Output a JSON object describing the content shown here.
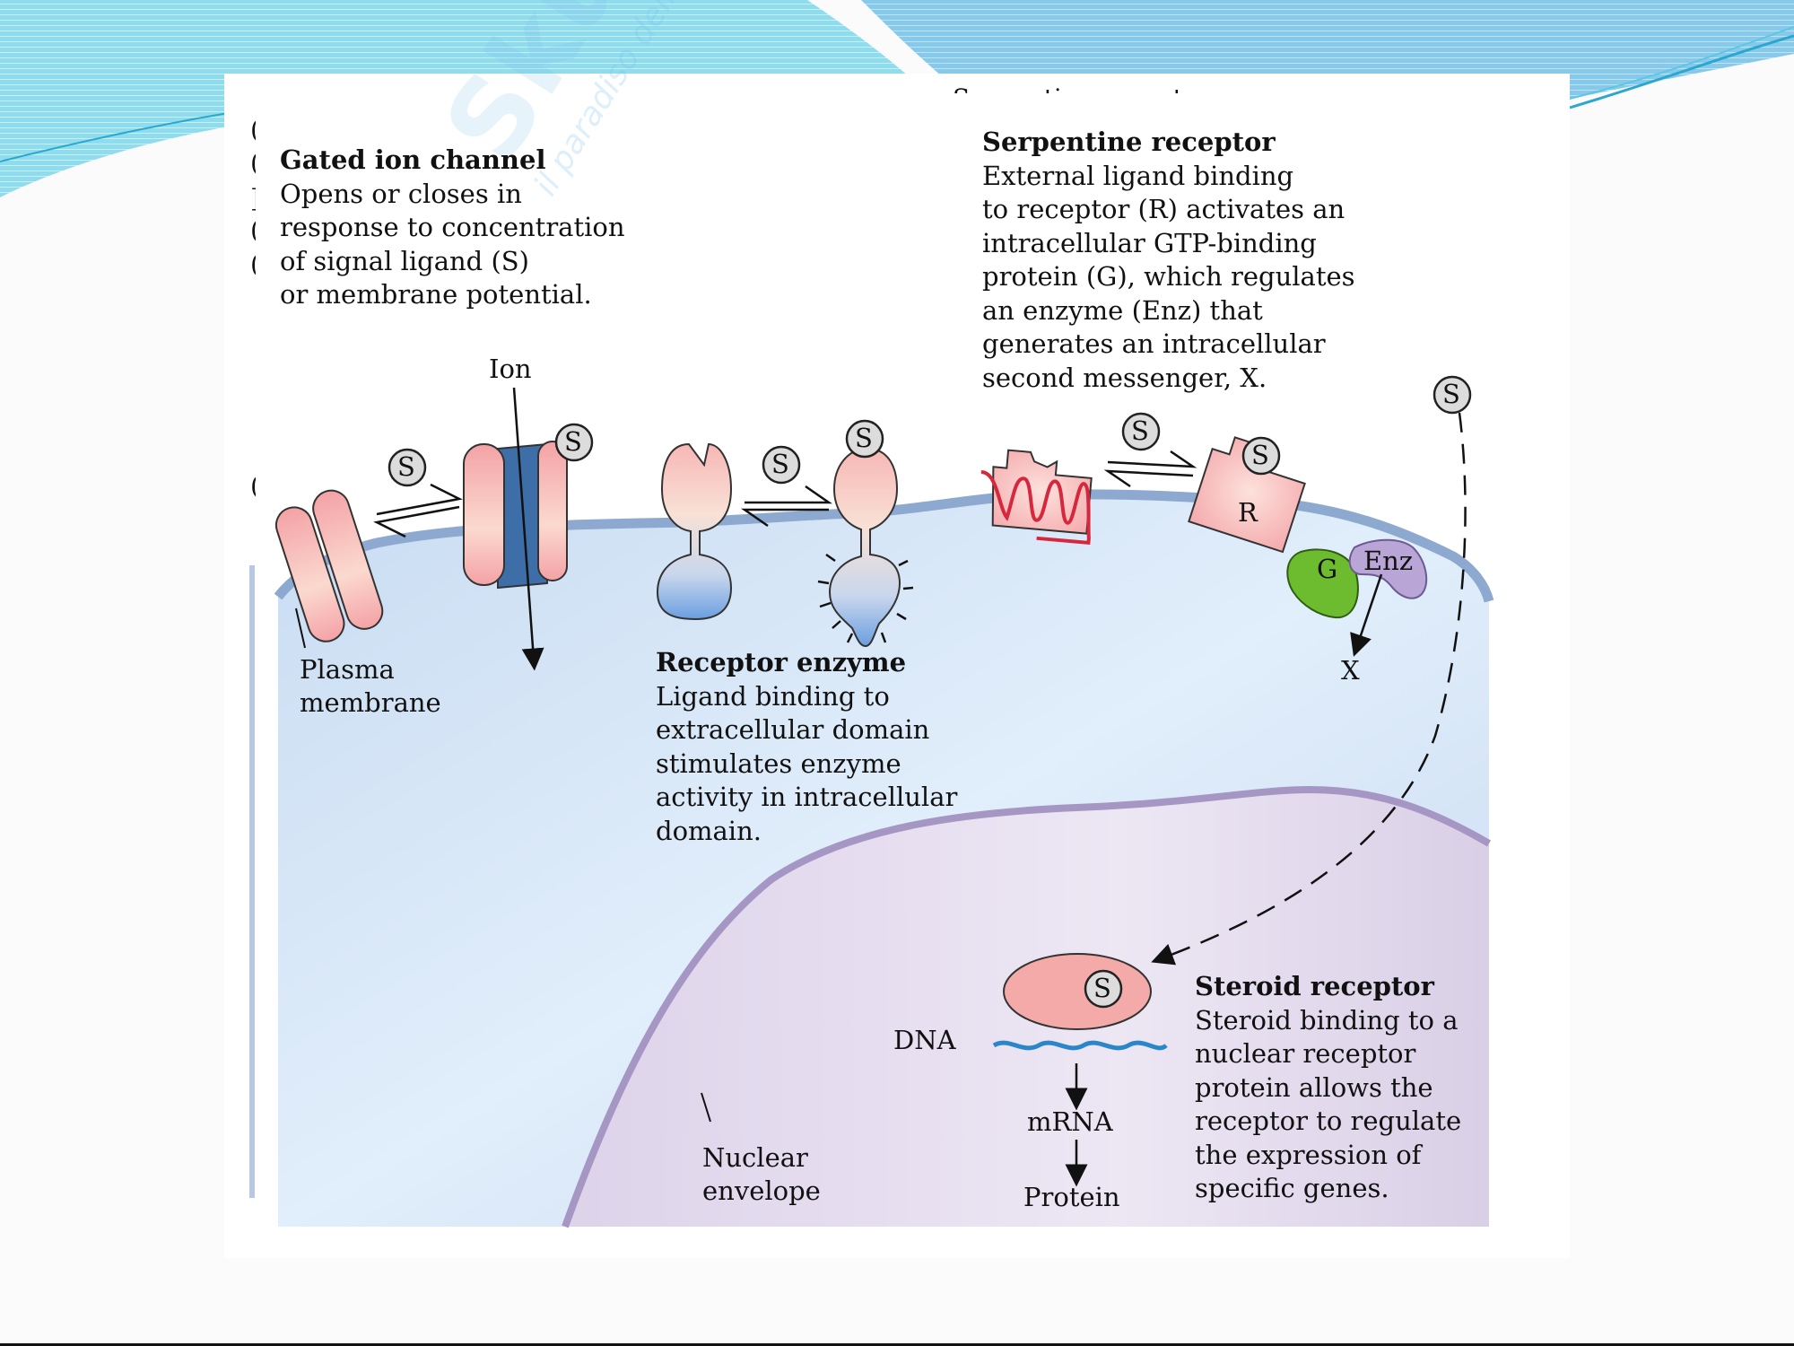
{
  "slide": {
    "theme_colors": {
      "wave_light": "#8fdcef",
      "wave_mid": "#5cc6e4",
      "wave_dark": "#2aa7cf",
      "membrane_blue": "#9bb4d6",
      "cytoplasm": "#d4e4f6",
      "nucleus": "#e6def0",
      "nuclear_envelope": "#a596c4",
      "receptor_pink": "#f4a9ac",
      "channel_blue": "#3d6ea8",
      "g_protein_green": "#6dbb2f",
      "enzyme_purple": "#b9a6d6",
      "dna_blue": "#2a86c8",
      "serpentine_red": "#d5283d",
      "ligand_gray": "#dcdcdc"
    },
    "watermark": {
      "brand": "Skuola.net",
      "tagline": "il paradiso dello studente"
    },
    "cut_off_heading": "Serpentine receptor",
    "left_edge_fragments": [
      "(",
      "(",
      "]",
      "(",
      "(",
      "("
    ]
  },
  "panels": {
    "gated_ion_channel": {
      "title": "Gated ion channel",
      "lines": [
        "Opens or closes in",
        "response to concentration",
        "of signal ligand (S)",
        "or membrane potential."
      ]
    },
    "serpentine_receptor": {
      "title": "Serpentine receptor",
      "lines": [
        "External ligand binding",
        "to receptor (R) activates an",
        "intracellular GTP-binding",
        "protein (G), which regulates",
        "an enzyme (Enz) that",
        "generates an intracellular",
        "second messenger, X."
      ]
    },
    "receptor_enzyme": {
      "title": "Receptor enzyme",
      "lines": [
        "Ligand binding to",
        "extracellular domain",
        "stimulates enzyme",
        "activity in intracellular",
        "domain."
      ]
    },
    "steroid_receptor": {
      "title": "Steroid receptor",
      "lines": [
        "Steroid binding to a",
        "nuclear receptor",
        "protein allows the",
        "receptor to regulate",
        "the expression of",
        "specific genes."
      ]
    }
  },
  "labels": {
    "ion": "Ion",
    "plasma_membrane": [
      "Plasma",
      "membrane"
    ],
    "nuclear_envelope": [
      "Nuclear",
      "envelope"
    ],
    "ligand": "S",
    "receptor": "R",
    "g_protein": "G",
    "enzyme": "Enz",
    "second_messenger": "X",
    "dna": "DNA",
    "mrna": "mRNA",
    "protein": "Protein"
  }
}
